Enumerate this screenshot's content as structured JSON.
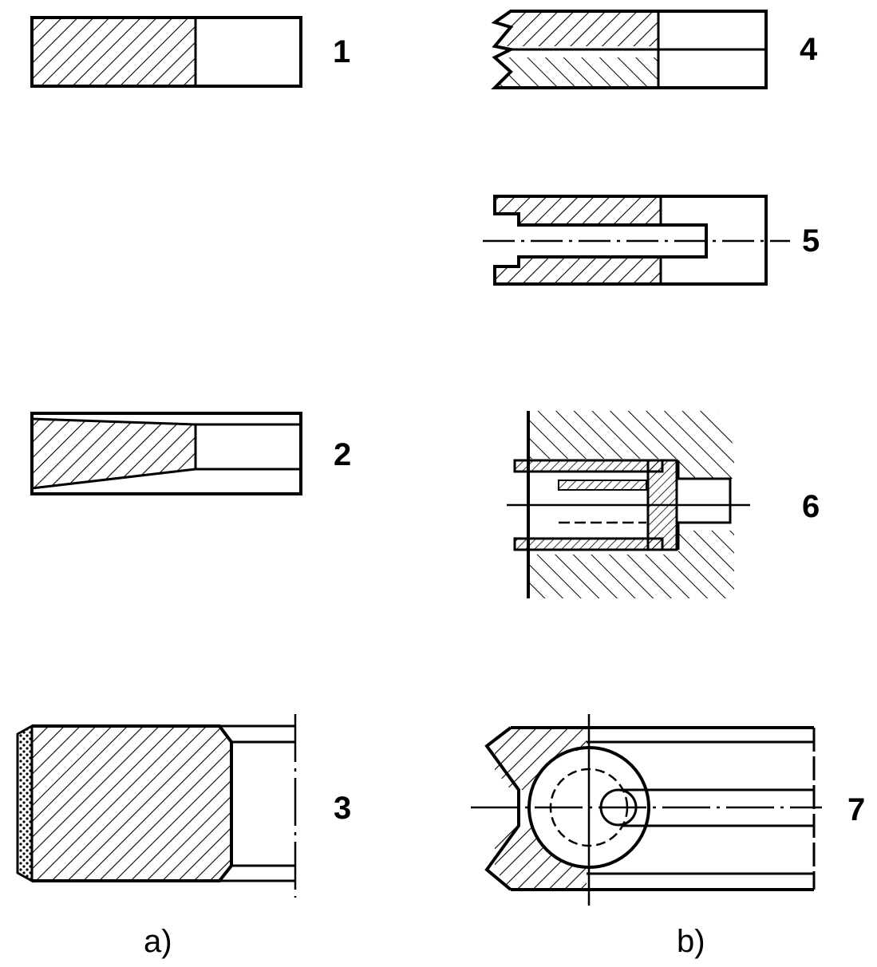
{
  "colors": {
    "ink": "#000000",
    "paper": "#ffffff"
  },
  "panels": [
    {
      "caption": "a)",
      "items": [
        {
          "number": "1",
          "shape": "plain-section-ring"
        },
        {
          "number": "2",
          "shape": "tapered-face-ring"
        },
        {
          "number": "3",
          "shape": "coated-barrel-face-ring"
        }
      ]
    },
    {
      "caption": "b)",
      "items": [
        {
          "number": "4",
          "shape": "stacked-segment-ring"
        },
        {
          "number": "5",
          "shape": "slotted-oil-ring"
        },
        {
          "number": "6",
          "shape": "oil-ring-in-groove-with-expander"
        },
        {
          "number": "7",
          "shape": "oil-ring-with-coil-spring-expander"
        }
      ]
    }
  ]
}
